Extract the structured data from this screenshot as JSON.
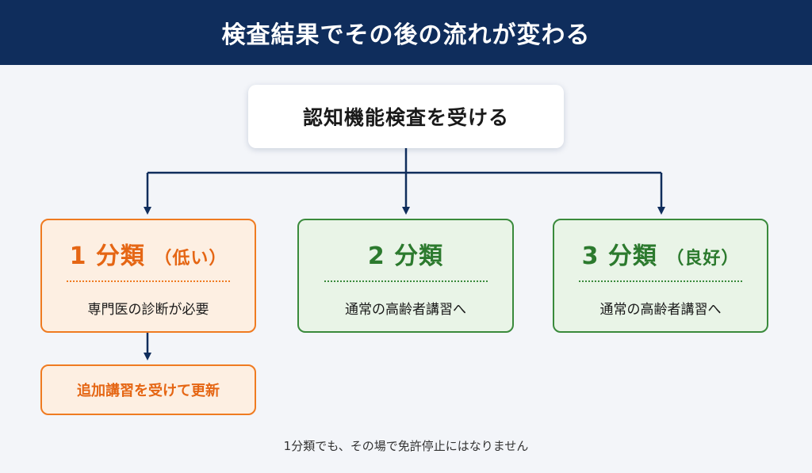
{
  "header": {
    "title": "検査結果でその後の流れが変わる"
  },
  "start": {
    "label": "認知機能検査を受ける"
  },
  "results": [
    {
      "number": "1",
      "unit": "分類",
      "qualifier": "（低い）",
      "description": "専門医の診断が必要",
      "color": "#ef7b21"
    },
    {
      "number": "2",
      "unit": "分類",
      "qualifier": "",
      "description": "通常の高齢者講習へ",
      "color": "#3a8a3c"
    },
    {
      "number": "3",
      "unit": "分類",
      "qualifier": "（良好）",
      "description": "通常の高齢者講習へ",
      "color": "#3a8a3c"
    }
  ],
  "followup": {
    "label": "追加講習を受けて更新"
  },
  "footnote": "1分類でも、その場で免許停止にはなりません",
  "colors": {
    "header": "#0f2d5c",
    "arrow": "#0f2d5c",
    "orange": "#ef7b21",
    "green": "#3a8a3c"
  }
}
